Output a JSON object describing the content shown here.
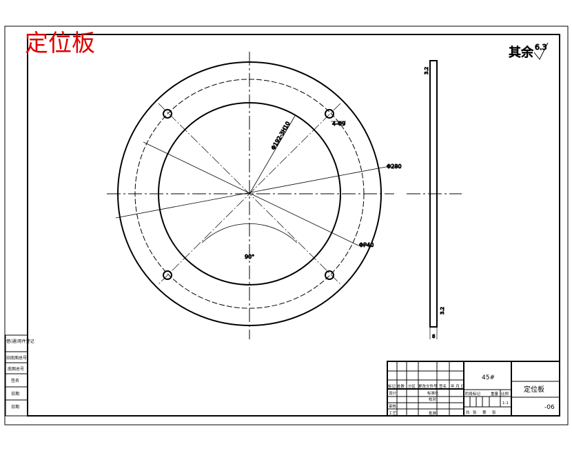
{
  "drawing_title": "定位板",
  "roughness_note": {
    "label": "其余",
    "value": "6.3"
  },
  "dimensions": {
    "hole_pattern": "4-Φ9",
    "inner_diameter": "Φ192-3H10",
    "outer_diameter": "Φ280",
    "bolt_circle": "ΦP40",
    "angle": "90°",
    "side_top": "3.2",
    "side_bottom": "3.2",
    "thickness": "8"
  },
  "left_strip": [
    "借(通)用件登记",
    "旧底图总号",
    "底图总号",
    "签名",
    "日期",
    "日期"
  ],
  "title_block": {
    "revision_header": [
      "标记",
      "处数",
      "分区",
      "更改文件号",
      "签名",
      "年 月 日"
    ],
    "roles": [
      "设计",
      "标准化",
      "审核",
      "工艺",
      "批准",
      "校对"
    ],
    "stage_header": [
      "阶段标记",
      "重量",
      "比例"
    ],
    "scale": "1:1",
    "sheet": [
      "共",
      "张",
      "第",
      "张"
    ],
    "material": "45#",
    "part_name": "定位板",
    "part_number": "-06"
  }
}
